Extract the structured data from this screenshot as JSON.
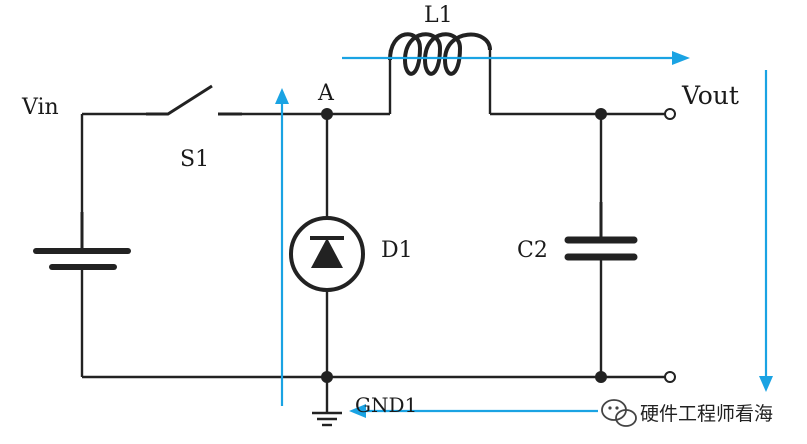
{
  "labels": {
    "vin": "Vin",
    "s1": "S1",
    "node_a": "A",
    "l1": "L1",
    "vout": "Vout",
    "d1": "D1",
    "c2": "C2",
    "gnd1": "GND1"
  },
  "watermark": {
    "text": "硬件工程师看海",
    "icon": "wechat-icon"
  },
  "colors": {
    "wire": "#222222",
    "current_flow": "#1aa3e3",
    "background": "#ffffff"
  }
}
